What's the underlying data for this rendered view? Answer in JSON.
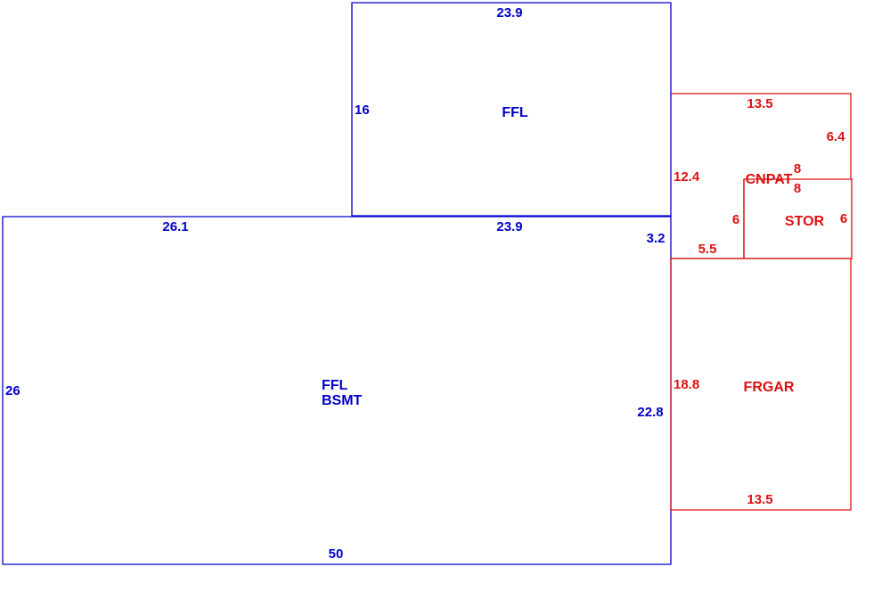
{
  "colors": {
    "main_structure": "#0000cc",
    "secondary_structure": "#dd1111",
    "background": "#ffffff"
  },
  "areas": {
    "upper_ffl": {
      "name": "FFL",
      "dims": {
        "top": "23.9",
        "left": "16",
        "bottom": "23.9"
      }
    },
    "main_ffl_bsmt": {
      "name_line1": "FFL",
      "name_line2": "BSMT",
      "dims": {
        "top": "26.1",
        "left": "26",
        "bottom": "50",
        "right_lower": "22.8",
        "right_upper": "3.2"
      }
    },
    "cnpat": {
      "name": "CNPAT",
      "dims": {
        "top": "13.5",
        "right": "6.4",
        "left": "12.4",
        "bottom": "5.5",
        "inner_a": "8",
        "inner_b": "8",
        "inner_side": "6"
      }
    },
    "stor": {
      "name": "STOR",
      "dims": {
        "right": "6"
      }
    },
    "frgar": {
      "name": "FRGAR",
      "dims": {
        "left": "18.8",
        "bottom": "13.5"
      }
    }
  }
}
